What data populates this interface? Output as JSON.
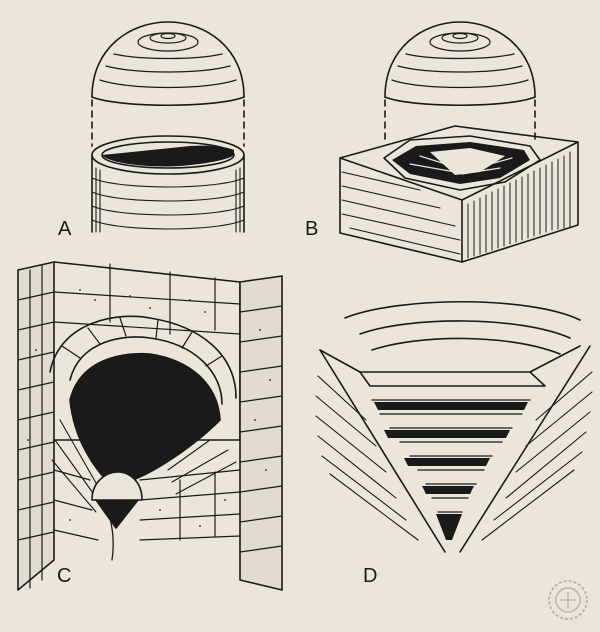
{
  "panels": [
    {
      "label": "A"
    },
    {
      "label": "B"
    },
    {
      "label": "C"
    },
    {
      "label": "D"
    }
  ],
  "colors": {
    "paper": "#ece6da",
    "ink": "#1a1a1a"
  },
  "icons": {
    "watermark": "stamp-logo-icon"
  }
}
